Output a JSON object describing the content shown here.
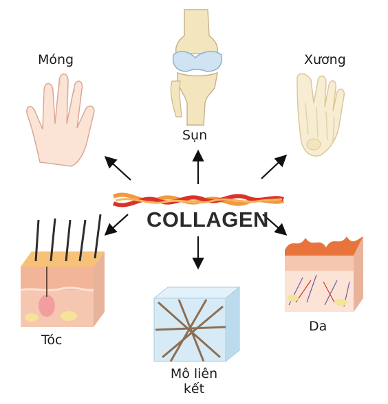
{
  "title": "COLLAGEN",
  "labels": {
    "mong": "Móng",
    "sun": "Sụn",
    "xuong": "Xương",
    "toc": "Tóc",
    "da": "Da",
    "mo_lien_ket_line1": "Mô liên",
    "mo_lien_ket_line2": "kết"
  },
  "colors": {
    "collagen_red": "#d9322a",
    "collagen_orange": "#f19a3e",
    "skin_peach": "#f4c3a8",
    "cartilage_blue": "#cfe3f3",
    "bone_cream": "#f3e6bf",
    "tissue_blue": "#cfe6f4"
  }
}
